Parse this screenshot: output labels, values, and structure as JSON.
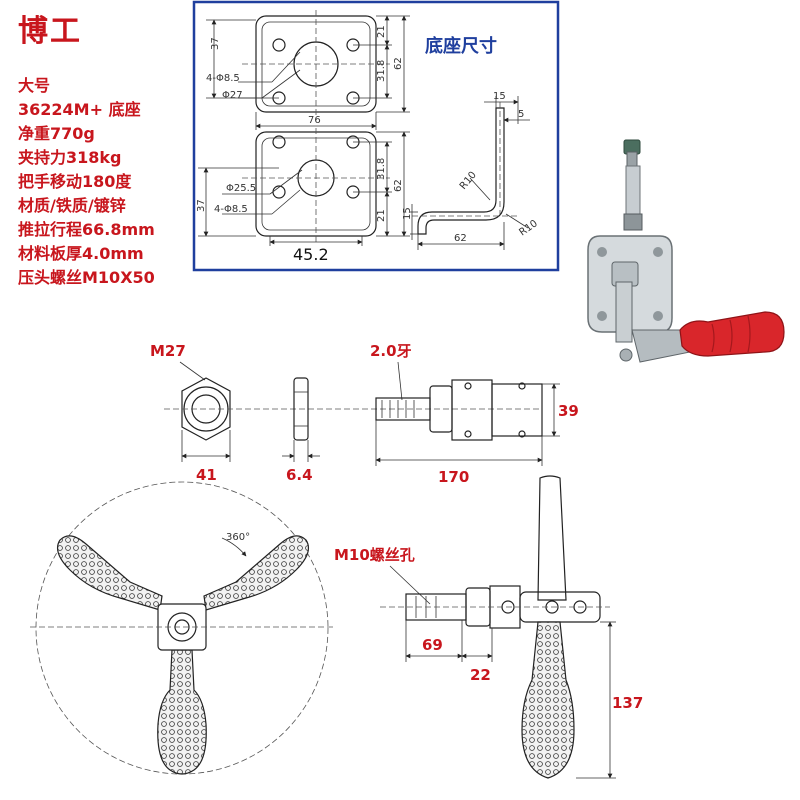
{
  "brand": "博工",
  "specs": [
    "大号",
    "36224M+ 底座",
    "净重770g",
    "夹持力318kg",
    "把手移动180度",
    "材质/铁质/镀锌",
    "推拉行程66.8mm",
    "材料板厚4.0mm",
    "压头螺丝M10X50"
  ],
  "base_panel": {
    "title": "底座尺寸",
    "border_color": "#1f3f9e",
    "top_plate": {
      "left_dim": "37",
      "right_dim_top": "21",
      "right_dim_mid": "31.8",
      "right_dim_outer": "62",
      "hole_label": "4-Φ8.5",
      "bore_label": "Φ27",
      "width_dim": "76"
    },
    "bottom_plate": {
      "left_dim": "37",
      "right_dim_bottom": "21",
      "right_dim_mid": "31.8",
      "right_dim_outer": "62",
      "bore_label": "Φ25.5",
      "hole_label": "4-Φ8.5",
      "width_dim": "45.2"
    },
    "side_profile": {
      "top_dim": "15",
      "inner_dim": "5",
      "radius_top": "R10",
      "radius_bottom": "R10",
      "left_dim": "15",
      "length_dim": "62"
    }
  },
  "front_view": {
    "nut_label": "M27",
    "nut_width": "41",
    "washer_width": "6.4"
  },
  "side_view": {
    "thread_label": "2.0牙",
    "length": "170",
    "height": "39"
  },
  "rotation_view": {
    "angle": "360°"
  },
  "handle_view": {
    "hole_label": "M10螺丝孔",
    "dim_a": "69",
    "dim_b": "22",
    "dim_height": "137"
  },
  "colors": {
    "red": "#c8161d",
    "blue": "#1f3f9e",
    "handle_red": "#d9262b"
  }
}
